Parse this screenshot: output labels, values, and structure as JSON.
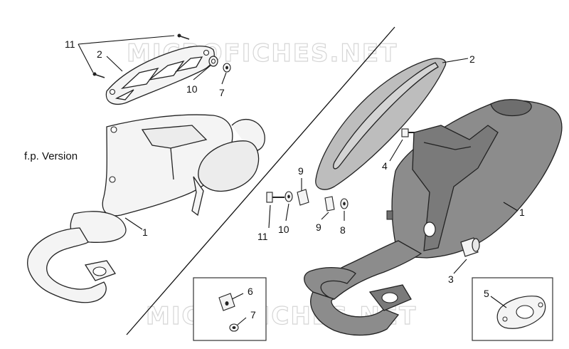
{
  "watermark": "MICROFICHES.NET",
  "version_label": "f.p. Version",
  "callouts": {
    "left_11": "11",
    "left_2": "2",
    "left_10": "10",
    "left_7": "7",
    "left_1": "1",
    "center_9a": "9",
    "center_11": "11",
    "center_10": "10",
    "center_9b": "9",
    "center_8": "8",
    "center_4": "4",
    "right_2": "2",
    "right_1": "1",
    "right_3": "3",
    "box1_6": "6",
    "box1_7": "7",
    "box2_5": "5"
  },
  "colors": {
    "line": "#111111",
    "muffler_fill": "#8c8c8c",
    "muffler_dark": "#6e6e6e",
    "shield_fill": "#bdbdbd",
    "light_fill": "#f4f4f4",
    "watermark": "#d6d6d6"
  }
}
